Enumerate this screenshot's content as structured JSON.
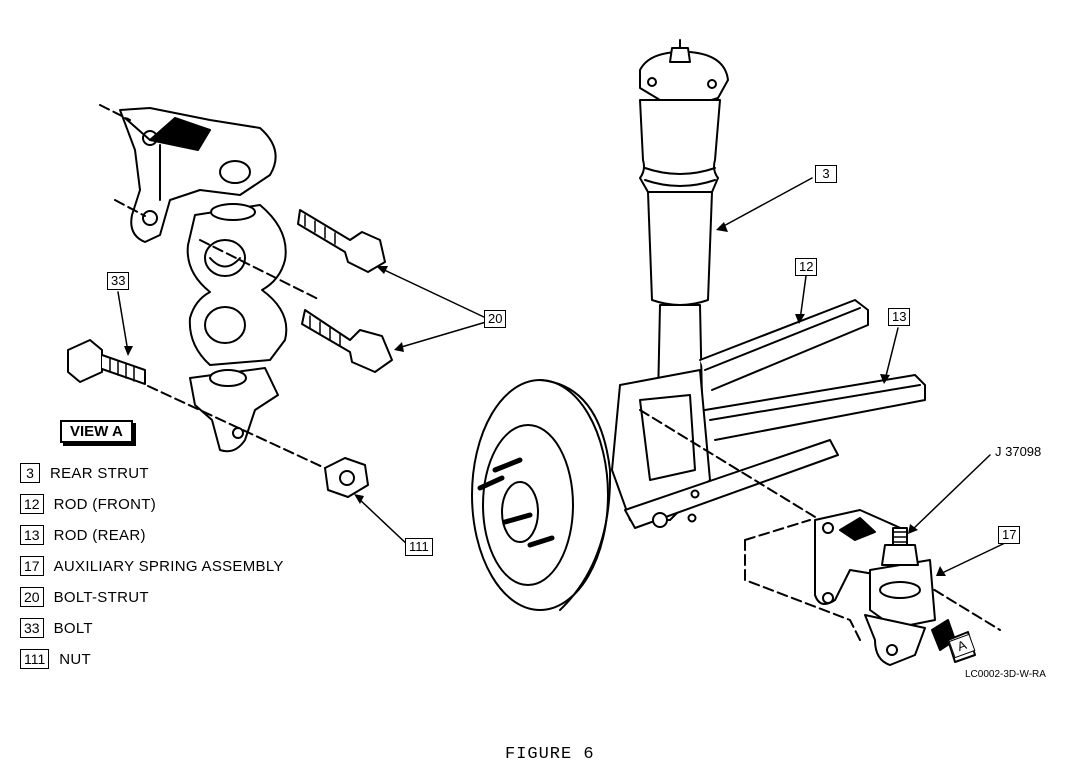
{
  "view_label": "VIEW A",
  "tool_label": "J 37098",
  "reference_code": "LC0002-3D-W-RA",
  "figure_caption": "FIGURE 6",
  "arrow_label": "A",
  "callouts": {
    "c3": "3",
    "c12": "12",
    "c13": "13",
    "c17": "17",
    "c20": "20",
    "c33": "33",
    "c111": "111"
  },
  "legend": [
    {
      "num": "3",
      "label": "REAR STRUT"
    },
    {
      "num": "12",
      "label": "ROD (FRONT)"
    },
    {
      "num": "13",
      "label": "ROD (REAR)"
    },
    {
      "num": "17",
      "label": "AUXILIARY SPRING ASSEMBLY"
    },
    {
      "num": "20",
      "label": "BOLT-STRUT"
    },
    {
      "num": "33",
      "label": "BOLT"
    },
    {
      "num": "111",
      "label": "NUT"
    }
  ]
}
